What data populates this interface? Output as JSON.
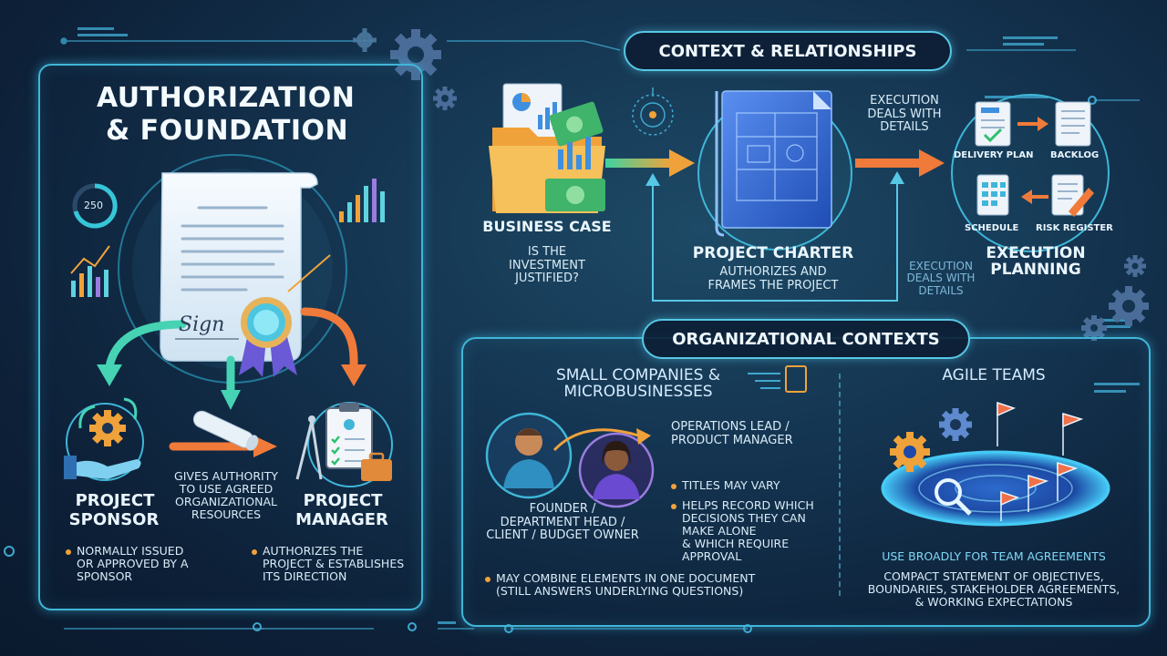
{
  "left_panel": {
    "title_line1": "AUTHORIZATION",
    "title_line2": "& FOUNDATION",
    "gauge_value": "250",
    "signature": "Sign",
    "sponsor": {
      "title_line1": "PROJECT",
      "title_line2": "SPONSOR",
      "note_line1": "NORMALLY ISSUED",
      "note_line2": "OR APPROVED BY A",
      "note_line3": "SPONSOR"
    },
    "authority": {
      "line1": "GIVES AUTHORITY",
      "line2": "TO USE AGREED",
      "line3": "ORGANIZATIONAL",
      "line4": "RESOURCES"
    },
    "manager": {
      "title_line1": "PROJECT",
      "title_line2": "MANAGER",
      "note_line1": "AUTHORIZES THE",
      "note_line2": "PROJECT & ESTABLISHES",
      "note_line3": "ITS DIRECTION"
    }
  },
  "context": {
    "header": "CONTEXT & RELATIONSHIPS",
    "business_case": {
      "title": "BUSINESS CASE",
      "q1": "IS THE",
      "q2": "INVESTMENT",
      "q3": "JUSTIFIED?"
    },
    "charter": {
      "title": "PROJECT CHARTER",
      "sub1": "AUTHORIZES AND",
      "sub2": "FRAMES THE PROJECT"
    },
    "exec_note_top": {
      "line1": "EXECUTION",
      "line2": "DEALS WITH",
      "line3": "DETAILS"
    },
    "exec_note_bottom": {
      "line1": "EXECUTION",
      "line2": "DEALS WITH",
      "line3": "DETAILS"
    },
    "execution": {
      "title_line1": "EXECUTION",
      "title_line2": "PLANNING",
      "delivery_plan": "DELIVERY PLAN",
      "backlog": "BACKLOG",
      "schedule": "SCHEDULE",
      "risk_register": "RISK REGISTER"
    }
  },
  "org": {
    "header": "ORGANIZATIONAL CONTEXTS",
    "small": {
      "title_line1": "SMALL COMPANIES &",
      "title_line2": "MICROBUSINESSES",
      "ops_line1": "OPERATIONS LEAD /",
      "ops_line2": "PRODUCT MANAGER",
      "founder_line1": "FOUNDER /",
      "founder_line2": "DEPARTMENT HEAD /",
      "founder_line3": "CLIENT / BUDGET OWNER",
      "bullet1": "TITLES MAY VARY",
      "bullet2_line1": "HELPS RECORD WHICH",
      "bullet2_line2": "DECISIONS THEY CAN",
      "bullet2_line3": "MAKE ALONE",
      "bullet2_line4": "& WHICH REQUIRE",
      "bullet2_line5": "APPROVAL",
      "bullet3_line1": "MAY COMBINE ELEMENTS IN ONE DOCUMENT",
      "bullet3_line2": "(STILL ANSWERS UNDERLYING QUESTIONS)"
    },
    "agile": {
      "title": "AGILE TEAMS",
      "use_line": "USE BROADLY FOR TEAM AGREEMENTS",
      "desc_line1": "COMPACT STATEMENT OF OBJECTIVES,",
      "desc_line2": "BOUNDARIES, STAKEHOLDER AGREEMENTS,",
      "desc_line3": "& WORKING EXPECTATIONS"
    }
  },
  "colors": {
    "accent_cyan": "#3fb6d8",
    "accent_orange": "#f0a23a",
    "accent_green": "#5fe3a1",
    "accent_purple": "#9a7ce0"
  }
}
